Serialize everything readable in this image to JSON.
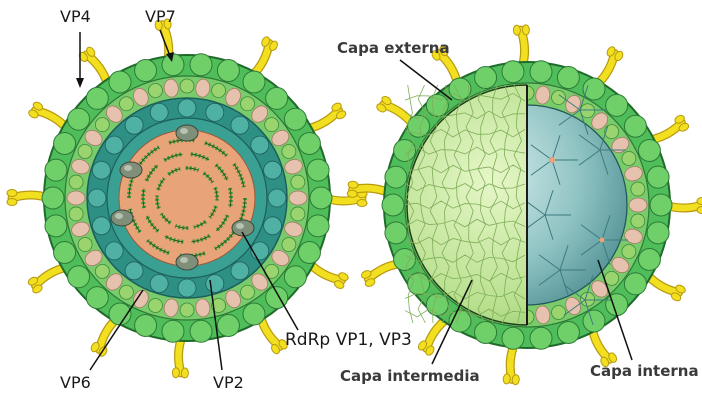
{
  "left_virus": {
    "labels": {
      "vp4": "VP4",
      "vp7": "VP7",
      "vp6": "VP6",
      "vp2": "VP2",
      "rdrp": "RdRp VP1, VP3"
    }
  },
  "right_virus": {
    "labels": {
      "outer": "Capa externa",
      "middle": "Capa intermedia",
      "inner": "Capa interna"
    }
  },
  "colors": {
    "outer_layer": "#4fbe5a",
    "outer_bumps": "#6fd06a",
    "middle_layer": "#2e8f85",
    "inner_core": "#e8a378",
    "spikes": "#f2e020",
    "rna_helix": "#3e9b3a",
    "rdrp_complex": "#7f8f7a",
    "middle_shell_sphere": "#b8e08e",
    "inner_shell_sphere": "#8ec2c2"
  }
}
